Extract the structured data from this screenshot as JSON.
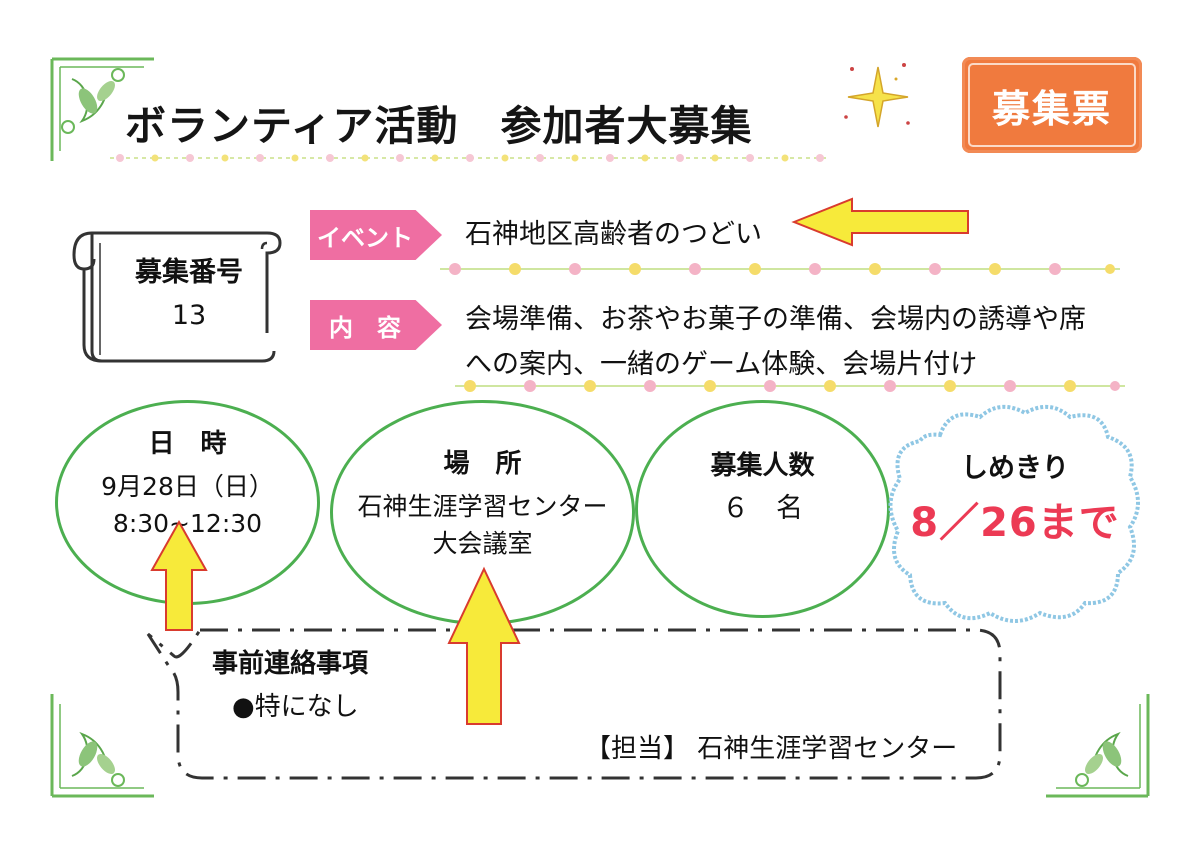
{
  "header": {
    "title": "ボランティア活動　参加者大募集",
    "badge": "募集票"
  },
  "recruit_number": {
    "label": "募集番号",
    "value": "13"
  },
  "event": {
    "tag": "イベント",
    "text": "石神地区高齢者のつどい"
  },
  "content": {
    "tag": "内　容",
    "line1": "会場準備、お茶やお菓子の準備、会場内の誘導や席",
    "line2": "への案内、一緒のゲーム体験、会場片付け"
  },
  "datetime": {
    "heading": "日　時",
    "date": "9月28日（日）",
    "time": "8:30~12:30"
  },
  "place": {
    "heading": "場　所",
    "line1": "石神生涯学習センター",
    "line2": "大会議室"
  },
  "people": {
    "heading": "募集人数",
    "value": "６　名"
  },
  "deadline": {
    "heading": "しめきり",
    "date": "8／26まで"
  },
  "notes": {
    "heading": "事前連絡事項",
    "item": "●特になし",
    "contact": "【担当】 石神生涯学習センター"
  },
  "colors": {
    "badge": "#f07a3e",
    "tag": "#ef6ea2",
    "circle": "#4caf50",
    "deadline": "#ec3a54",
    "arrow": "#f7ea3a"
  }
}
